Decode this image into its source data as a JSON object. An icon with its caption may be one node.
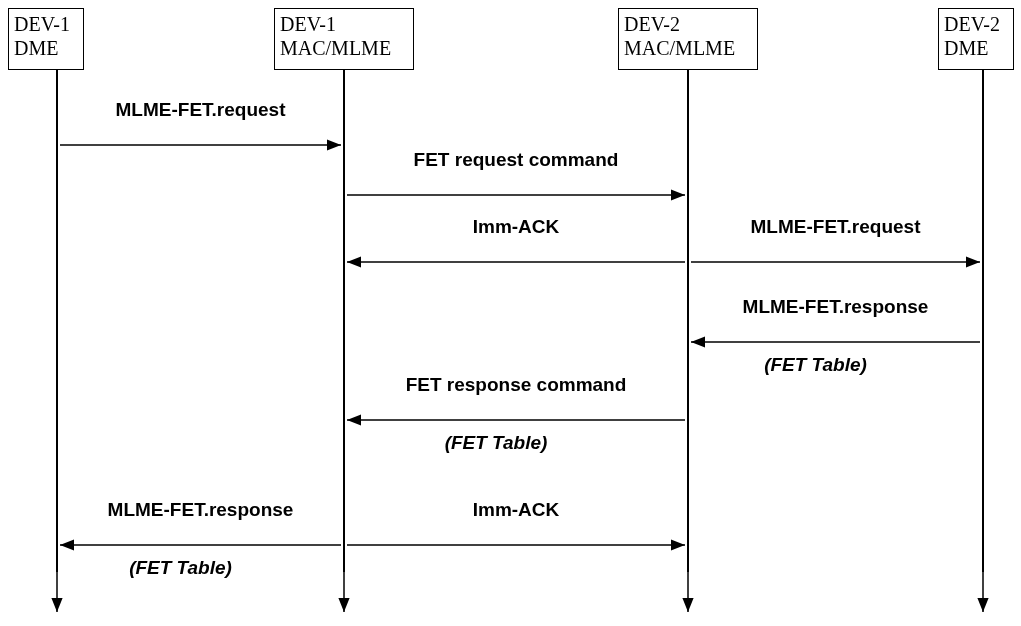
{
  "diagram": {
    "nodes": [
      {
        "text": [
          "DEV-1 DME"
        ]
      },
      {
        "text": [
          "DEV-1 MAC/MLME"
        ]
      },
      {
        "text": [
          "DEV-2 MAC/MLME"
        ]
      },
      {
        "text": [
          "DEV-2 DME"
        ]
      }
    ],
    "edges": [
      {
        "from": 0,
        "to": 1,
        "arrow": "to",
        "label": "MLME-FET.request"
      },
      {
        "from": 1,
        "to": 2,
        "arrow": "to",
        "label": "FET request command"
      },
      {
        "from": 2,
        "to": 1,
        "arrow": "to",
        "label": "Imm-ACK"
      },
      {
        "from": 2,
        "to": 3,
        "arrow": "to",
        "label": "MLME-FET.request"
      },
      {
        "from": 3,
        "to": 2,
        "arrow": "to",
        "label": "MLME-FET.response"
      },
      {
        "from": 2,
        "to": 1,
        "arrow": "to",
        "label": "FET response command"
      },
      {
        "from": 1,
        "to": 0,
        "arrow": "to",
        "label": "MLME-FET.response"
      },
      {
        "from": 1,
        "to": 2,
        "arrow": "to",
        "label": "Imm-ACK"
      },
      {
        "from": 0,
        "to": null,
        "arrow": "to"
      },
      {
        "from": 1,
        "to": null,
        "arrow": "to"
      },
      {
        "from": 2,
        "to": null,
        "arrow": "to"
      },
      {
        "from": 3,
        "to": null,
        "arrow": "to"
      }
    ],
    "labels": [
      "(FET Table)",
      "(FET Table)",
      "(FET Table)"
    ]
  }
}
